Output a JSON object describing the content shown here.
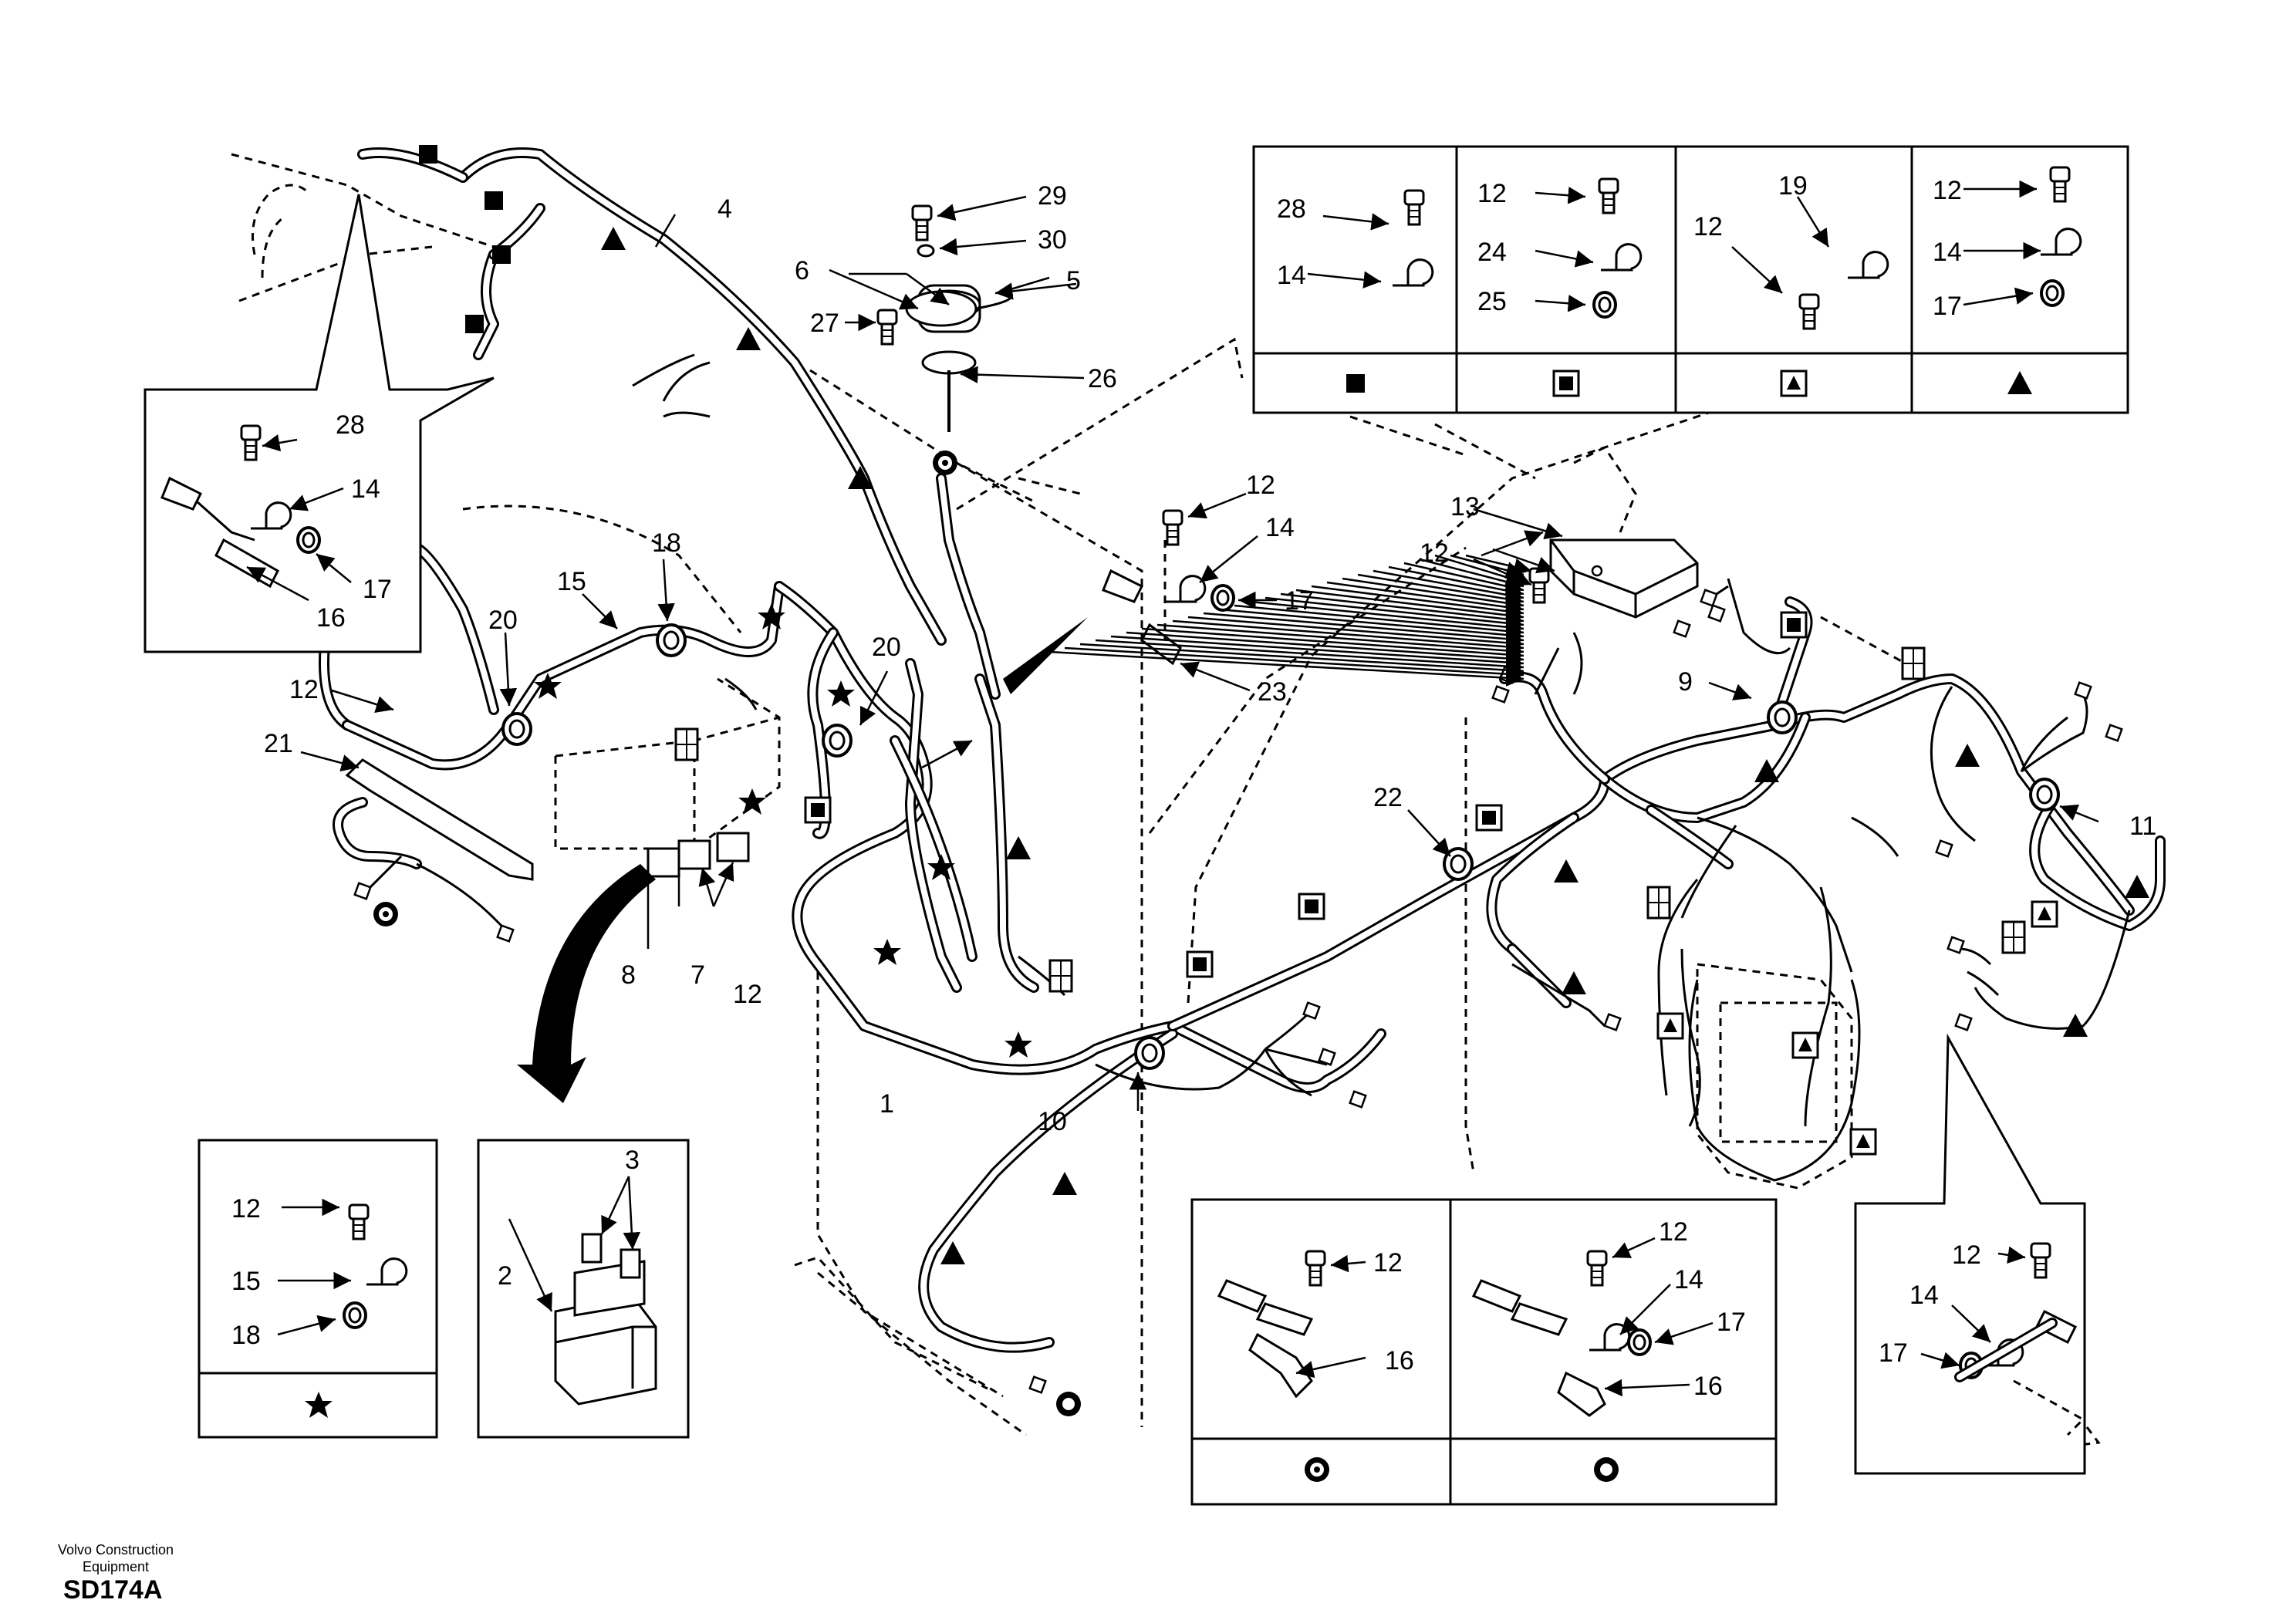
{
  "company": "Volvo Construction\nEquipment",
  "figure_code": "SD174A",
  "callouts": {
    "c1": "1",
    "c2": "2",
    "c3": "3",
    "c4": "4",
    "c5": "5",
    "c6": "6",
    "c7": "7",
    "c8": "8",
    "c9": "9",
    "c10": "10",
    "c11": "11",
    "c12": "12",
    "c13": "13",
    "c14": "14",
    "c15": "15",
    "c16": "16",
    "c17": "17",
    "c18": "18",
    "c19": "19",
    "c20": "20",
    "c21": "21",
    "c22": "22",
    "c23": "23",
    "c24": "24",
    "c25": "25",
    "c26": "26",
    "c27": "27",
    "c28": "28",
    "c29": "29",
    "c30": "30"
  },
  "legend_symbols": [
    "filled-square",
    "framed-square",
    "framed-triangle",
    "filled-triangle",
    "star",
    "ring-dot",
    "ring"
  ]
}
